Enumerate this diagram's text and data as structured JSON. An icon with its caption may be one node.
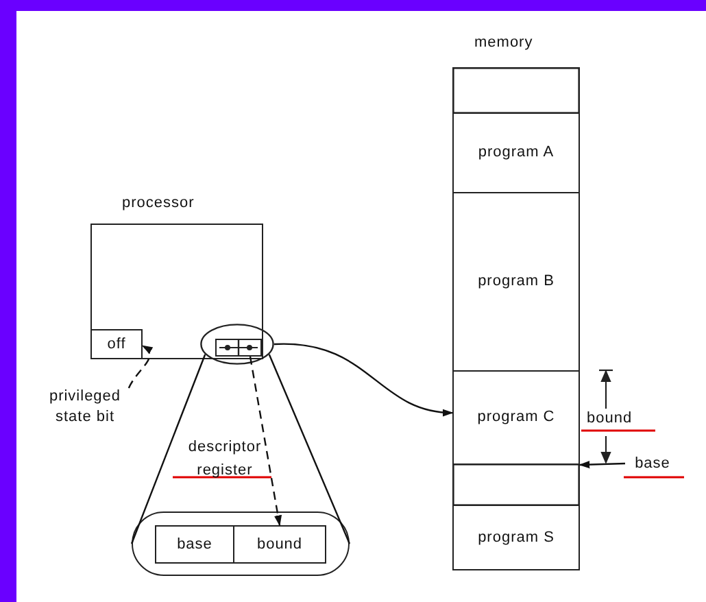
{
  "diagram": {
    "nodes": [
      {
        "text": [
          "processor"
        ]
      },
      {
        "text": [
          "off"
        ],
        "in": 0
      },
      {
        "text": [],
        "shape": "box"
      },
      {
        "text": [
          "descriptor register"
        ]
      },
      {
        "text": [
          "base"
        ],
        "in": 3
      },
      {
        "text": [
          "bound"
        ],
        "in": 3
      },
      {
        "text": [
          "privileged state bit"
        ]
      },
      {
        "text": [
          "memory"
        ]
      },
      {
        "text": [],
        "shape": "box",
        "in": 7
      },
      {
        "text": [
          "program A"
        ],
        "in": 7
      },
      {
        "text": [
          "program B"
        ],
        "in": 7
      },
      {
        "text": [
          "program C"
        ],
        "in": 7
      },
      {
        "text": [],
        "shape": "box",
        "in": 7
      },
      {
        "text": [
          "program S"
        ],
        "in": 7
      },
      {
        "text": [
          "base"
        ]
      },
      {
        "text": [],
        "shape": "ellipse"
      }
    ],
    "edges": [
      {
        "from": 15,
        "to": 11,
        "arrow": "to"
      },
      {
        "from": 2,
        "to": 5,
        "arrow": "to",
        "style": "dashed"
      },
      {
        "from": 6,
        "to": 1,
        "arrow": "to",
        "style": "dashed"
      },
      {
        "from": 14,
        "to": 11,
        "arrow": "to"
      },
      {
        "from": 15,
        "to": 3,
        "arrow": "none"
      },
      {
        "from": 15,
        "to": 3,
        "arrow": "none"
      }
    ],
    "labels": [
      "bound"
    ]
  }
}
